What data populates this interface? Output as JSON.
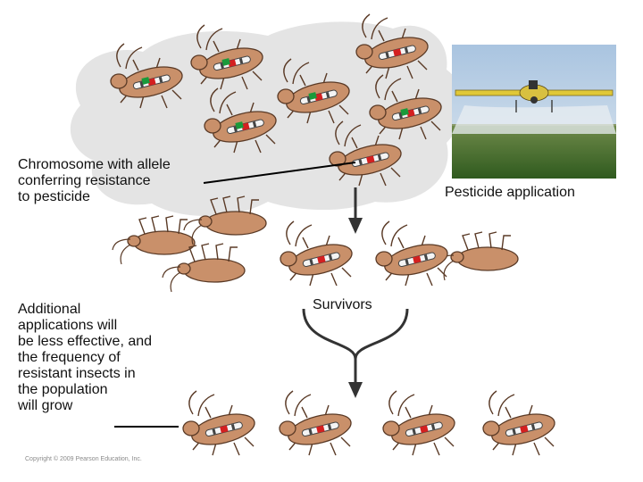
{
  "labels": {
    "chromosome": [
      "Chromosome with allele",
      "conferring resistance",
      "to pesticide"
    ],
    "pesticide": "Pesticide application",
    "survivors": "Survivors",
    "additional": [
      "Additional",
      "applications will",
      "be less effective, and",
      "the frequency of",
      "resistant insects in",
      "the population",
      "will grow"
    ]
  },
  "copyright": "Copyright © 2009 Pearson Education, Inc.",
  "colors": {
    "cloud": "#e4e4e4",
    "insect_body": "#c9906a",
    "insect_outline": "#5a3a26",
    "allele_resistant": "#d42020",
    "allele_susceptible": "#1a9a3a",
    "arrow": "#333333"
  }
}
